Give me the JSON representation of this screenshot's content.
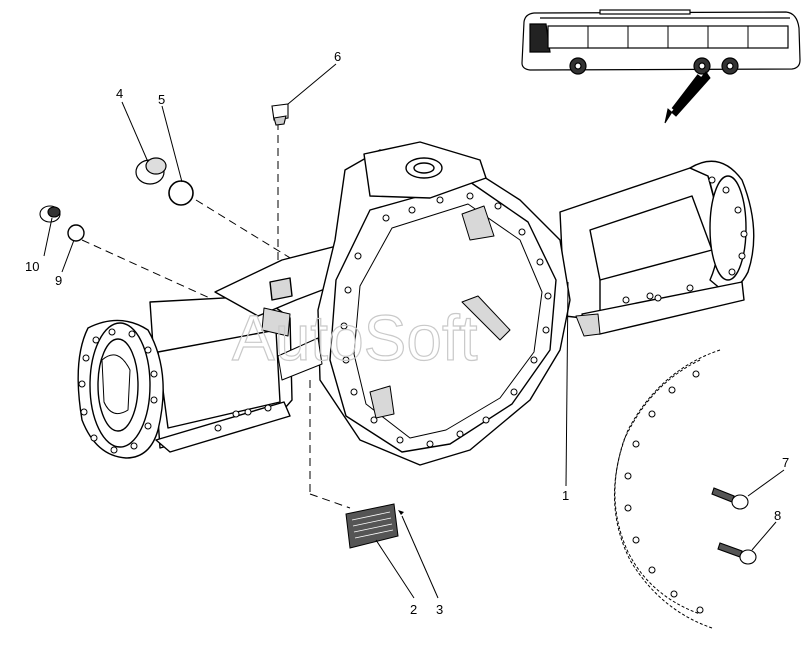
{
  "callouts": {
    "c1": "1",
    "c2": "2",
    "c3": "3",
    "c4": "4",
    "c5": "5",
    "c6": "6",
    "c7": "7",
    "c8": "8",
    "c9": "9",
    "c10": "10"
  },
  "watermark": "AutoSoft",
  "colors": {
    "line": "#000000",
    "fill": "#ffffff",
    "shade": "#d8d8d8",
    "watermark": "#c9c9c9"
  }
}
